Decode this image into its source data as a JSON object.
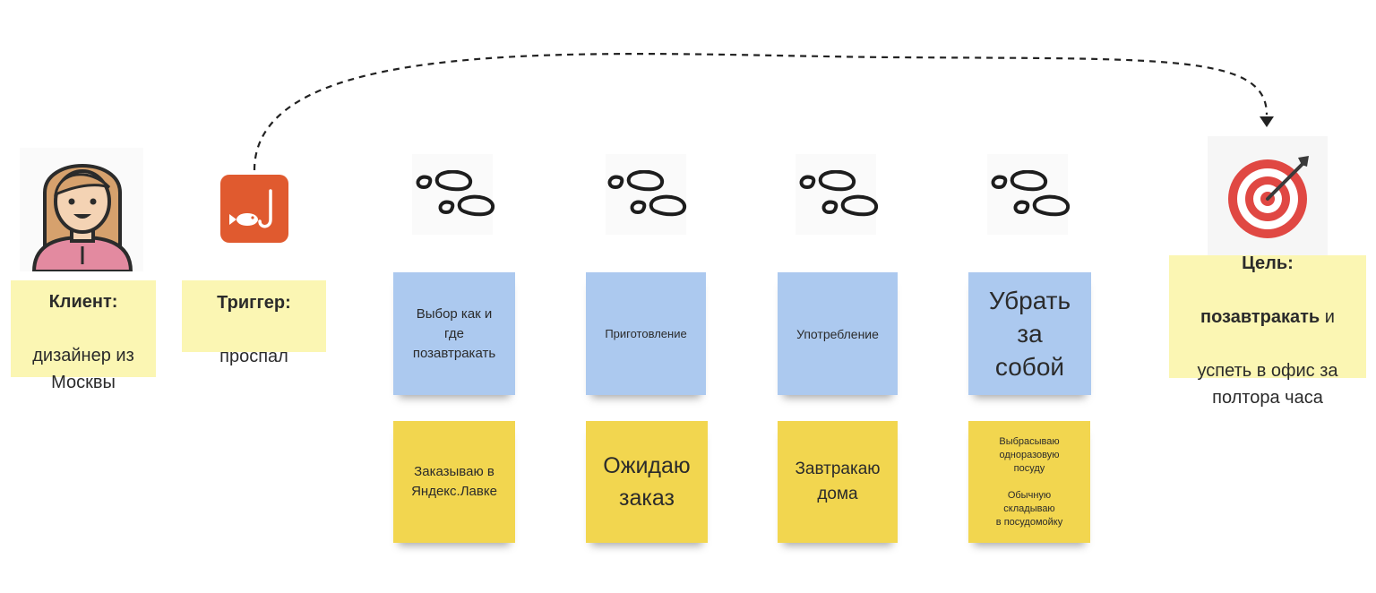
{
  "client": {
    "label_bold": "Клиент:",
    "label_text": "дизайнер из\nМосквы"
  },
  "trigger": {
    "label_bold": "Триггер:",
    "label_text": "проспал"
  },
  "goal": {
    "label_bold": "Цель:",
    "label_bold2": "позавтракать",
    "label_text_after": " и",
    "label_text": "успеть в офис за\nполтора часа"
  },
  "steps": [
    {
      "action": "Выбор как и\nгде\nпозавтракать",
      "detail": "Заказываю в\nЯндекс.Лавке"
    },
    {
      "action": "Приготовление",
      "detail": "Ожидаю\nзаказ"
    },
    {
      "action": "Употребление",
      "detail": "Завтракаю\nдома"
    },
    {
      "action": "Убрать\nза\nсобой",
      "detail": "Выбрасываю\nодноразовую\nпосуду\n\nОбычную\nскладываю\nв посудомойку"
    }
  ],
  "icons": {
    "client": "woman-avatar-icon",
    "trigger": "fishhook-icon",
    "step": "footprints-icon",
    "goal": "target-icon"
  },
  "colors": {
    "label_note": "#fbf6b3",
    "action_sticky": "#acc9ef",
    "detail_sticky": "#f2d64f",
    "trigger_icon": "#e05a2f",
    "target_red": "#e04843"
  }
}
